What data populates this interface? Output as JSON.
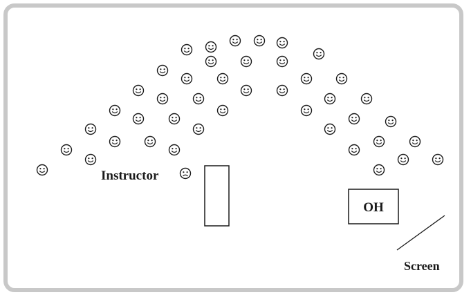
{
  "diagram": {
    "labels": {
      "instructor": "Instructor",
      "overhead_projector": "OH",
      "screen": "Screen"
    },
    "icons": {
      "student": "smiley-face-icon",
      "instructor": "sad-face-icon"
    },
    "colors": {
      "frame": "#c8c8c8",
      "ink": "#1a1a1a"
    }
  }
}
